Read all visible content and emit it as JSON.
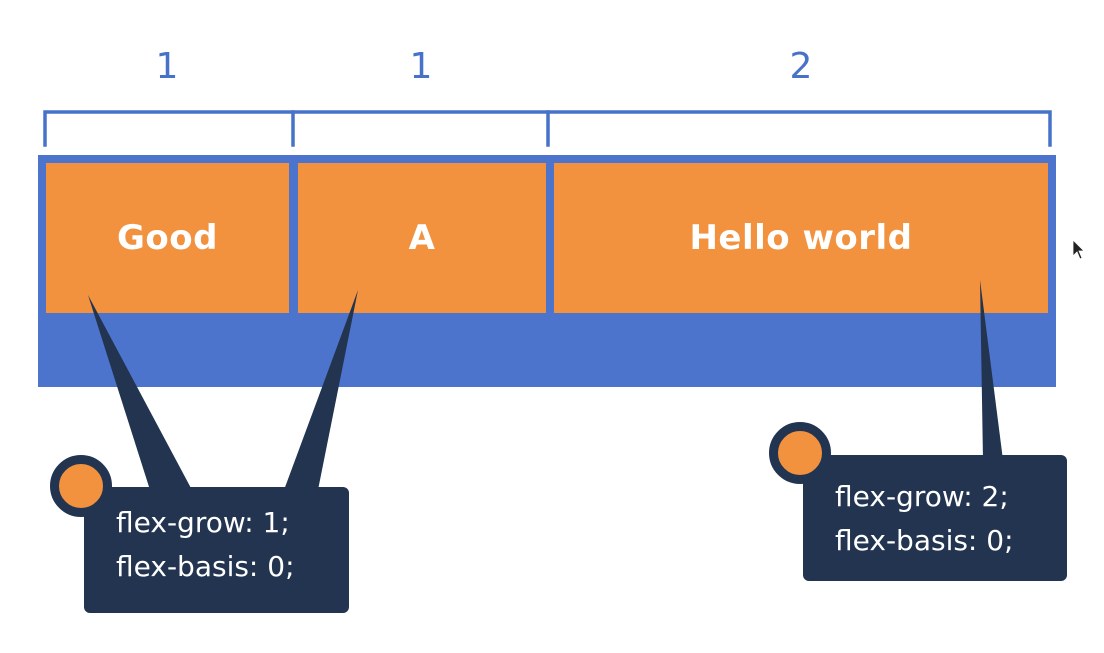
{
  "ratios": [
    "1",
    "1",
    "2"
  ],
  "items": [
    "Good",
    "A",
    "Hello world"
  ],
  "callouts": [
    {
      "lines": [
        "flex-grow: 1;",
        "flex-basis: 0;"
      ]
    },
    {
      "lines": [
        "flex-grow: 2;",
        "flex-basis: 0;"
      ]
    }
  ],
  "colors": {
    "container": "#4d74cc",
    "item": "#f2923f",
    "callout": "#22344f",
    "ratio_text": "#4772c9"
  }
}
